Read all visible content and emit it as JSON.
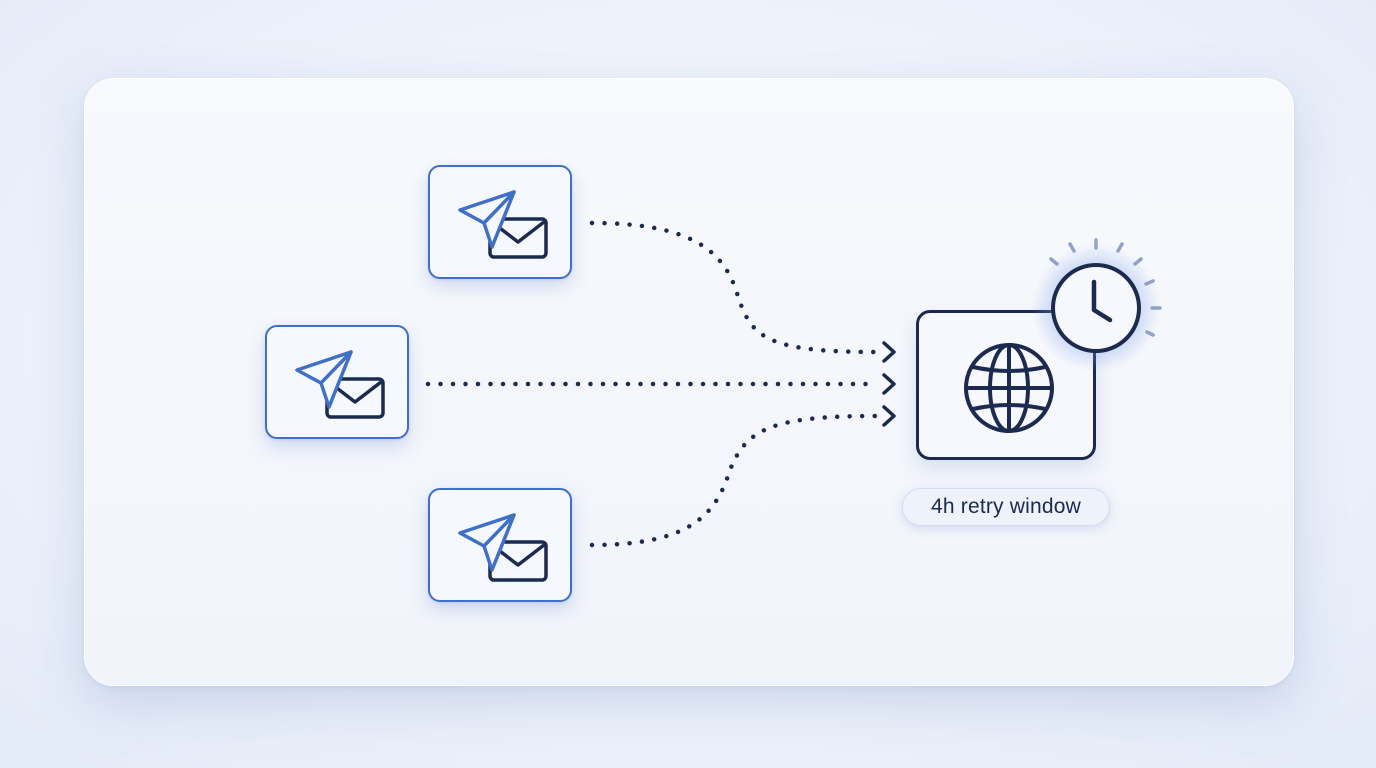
{
  "diagram": {
    "senders": [
      {
        "id": "sender-top",
        "icon": "paper-plane-envelope-icon"
      },
      {
        "id": "sender-middle",
        "icon": "paper-plane-envelope-icon"
      },
      {
        "id": "sender-bottom",
        "icon": "paper-plane-envelope-icon"
      }
    ],
    "server": {
      "icon": "globe-icon"
    },
    "timer": {
      "icon": "clock-icon"
    },
    "retry_label": "4h retry window",
    "colors": {
      "sender_border": "#3f6fc6",
      "plane_blue": "#3f6fc6",
      "ink": "#1b2a4e",
      "glow": "#7fa2e6",
      "connector": "#1b2a4e"
    }
  }
}
